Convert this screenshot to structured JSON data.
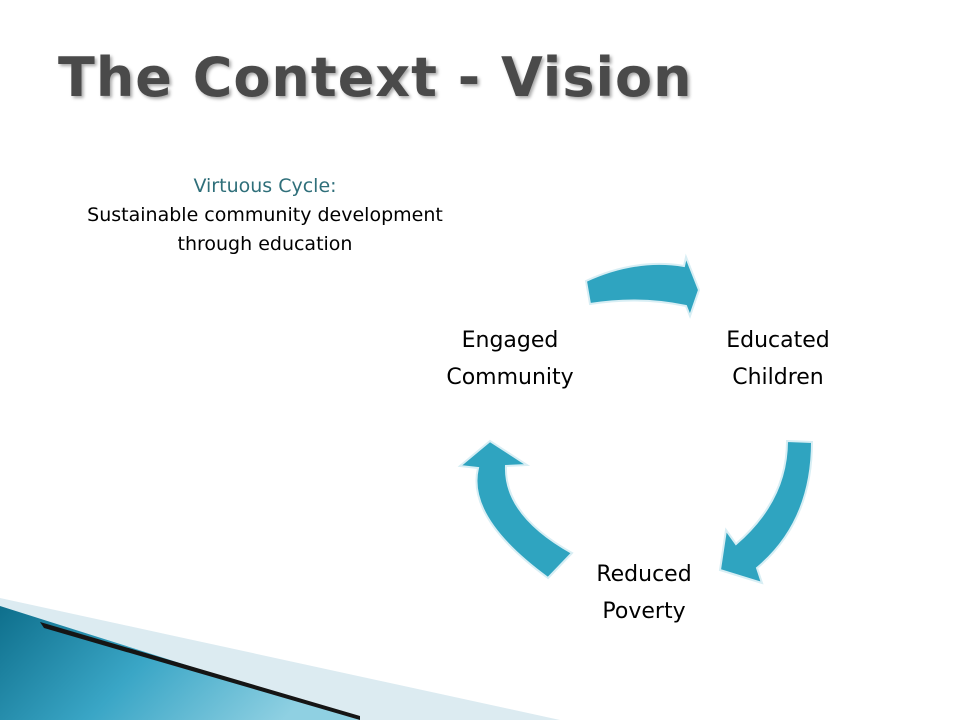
{
  "title": "The Context - Vision",
  "subtitle": {
    "lead": "Virtuous Cycle:",
    "line2": "Sustainable community development",
    "line3": "through education"
  },
  "cycle": {
    "nodes": [
      {
        "line1": "Educated",
        "line2": "Children"
      },
      {
        "line1": "Reduced",
        "line2": "Poverty"
      },
      {
        "line1": "Engaged",
        "line2": "Community"
      }
    ]
  },
  "colors": {
    "arrow_fill": "#2fa4c0",
    "arrow_stroke": "#d8eef4",
    "title": "#4a4a4a",
    "subtitle_lead": "#2f6f7a",
    "deco_teal": "#1a7f9e",
    "deco_light": "#d4e9f0"
  }
}
